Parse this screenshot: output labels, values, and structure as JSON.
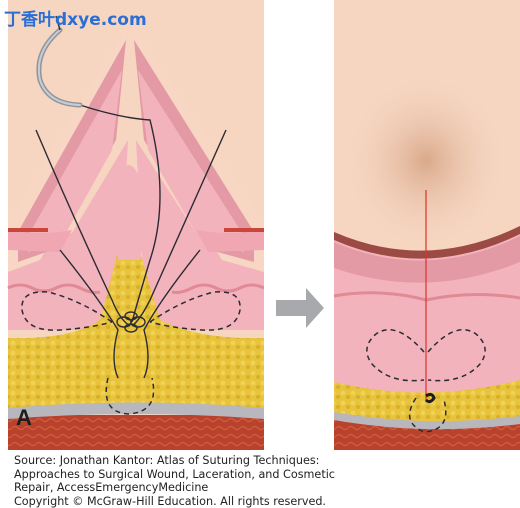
{
  "watermark": "丁香叶dxye.com",
  "panel_label": "A",
  "caption": {
    "line1": "Source: Jonathan Kantor: Atlas of Suturing Techniques:",
    "line2": "Approaches to Surgical Wound, Laceration, and Cosmetic",
    "line3": "Repair, AccessEmergencyMedicine",
    "line4": "Copyright © McGraw-Hill Education. All rights reserved."
  },
  "colors": {
    "epidermis": "#f7d7c3",
    "dermis": "#f4b8c0",
    "dermis_deep": "#e79ea6",
    "fat": "#e7c23c",
    "fascia": "#b7b7bd",
    "muscle": "#b8422b",
    "suture": "#2b2b33",
    "needle": "#9aa0a8",
    "arrow": "#a7a9ad",
    "incision": "#d9342b"
  },
  "icons": [
    "needle-icon",
    "right-arrow-icon"
  ]
}
